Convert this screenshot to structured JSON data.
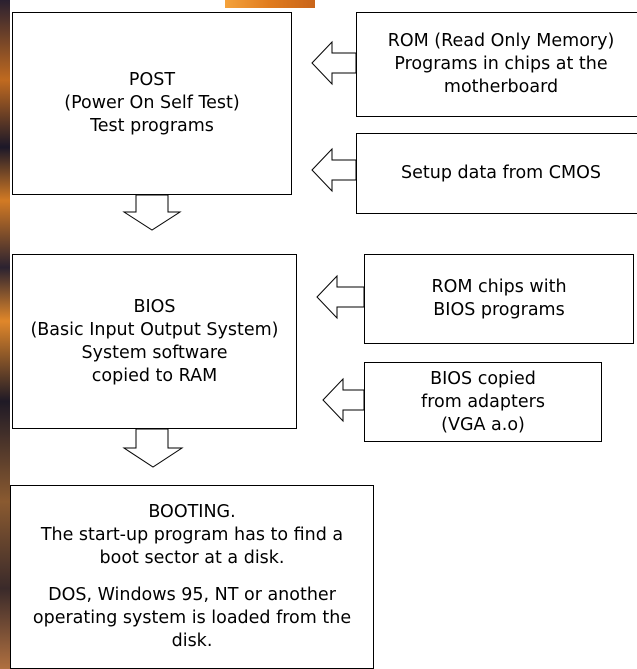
{
  "post": {
    "lines": [
      "POST",
      "(Power On Self Test)",
      "Test programs"
    ]
  },
  "rom": {
    "lines": [
      "ROM (Read Only Memory)",
      "Programs in chips at the",
      "motherboard"
    ]
  },
  "cmos": {
    "lines": [
      "Setup data from CMOS"
    ]
  },
  "bios": {
    "lines": [
      "BIOS",
      "(Basic Input Output System)",
      "System software",
      "copied to RAM"
    ]
  },
  "rom_chips": {
    "lines": [
      "ROM chips with",
      "BIOS programs"
    ]
  },
  "bios_adapters": {
    "lines": [
      "BIOS copied",
      "from adapters",
      "(VGA a.o)"
    ]
  },
  "booting": {
    "lines": [
      "BOOTING.",
      "The start-up program has to find a",
      "boot sector at a disk."
    ],
    "lines2": [
      "DOS, Windows 95, NT or another",
      "operating system is loaded from the",
      "disk."
    ]
  },
  "colors": {
    "edge_orange": "#e8891d",
    "edge_dark": "#3b1f2e"
  }
}
